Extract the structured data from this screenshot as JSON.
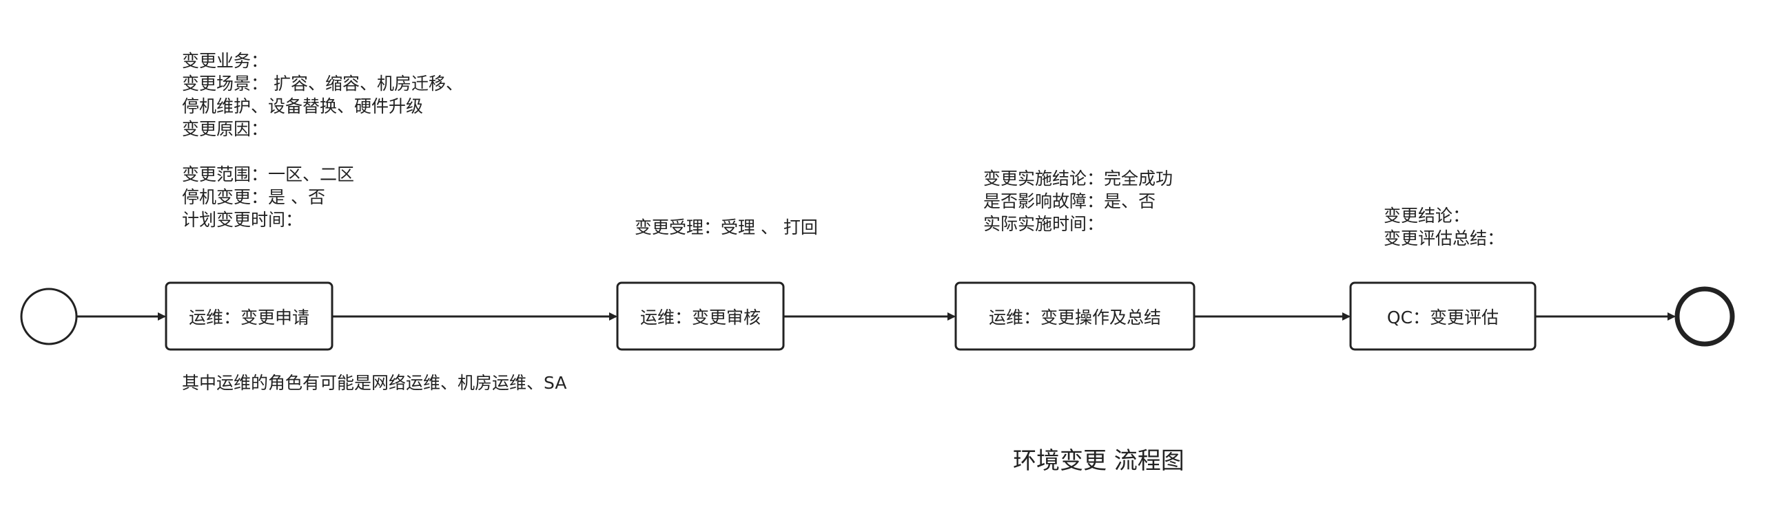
{
  "diagram": {
    "title": "环境变更 流程图",
    "nodes": {
      "apply": "运维：变更申请",
      "review": "运维：变更审核",
      "operate": "运维：变更操作及总结",
      "evaluate": "QC：变更评估"
    },
    "notes": {
      "apply_top": [
        "变更业务：",
        "变更场景： 扩容、缩容、机房迁移、",
        "停机维护、设备替换、硬件升级",
        "变更原因：",
        "",
        "变更范围：一区、二区",
        "停机变更：是 、否",
        "计划变更时间："
      ],
      "apply_bottom": "其中运维的角色有可能是网络运维、机房运维、SA",
      "review_top": "变更受理：受理 、 打回",
      "operate_top": [
        "变更实施结论：完全成功",
        "是否影响故障：是、否",
        "实际实施时间："
      ],
      "evaluate_top": [
        "变更结论：",
        "变更评估总结："
      ]
    },
    "colors": {
      "stroke": "#222222",
      "background": "#ffffff"
    }
  }
}
